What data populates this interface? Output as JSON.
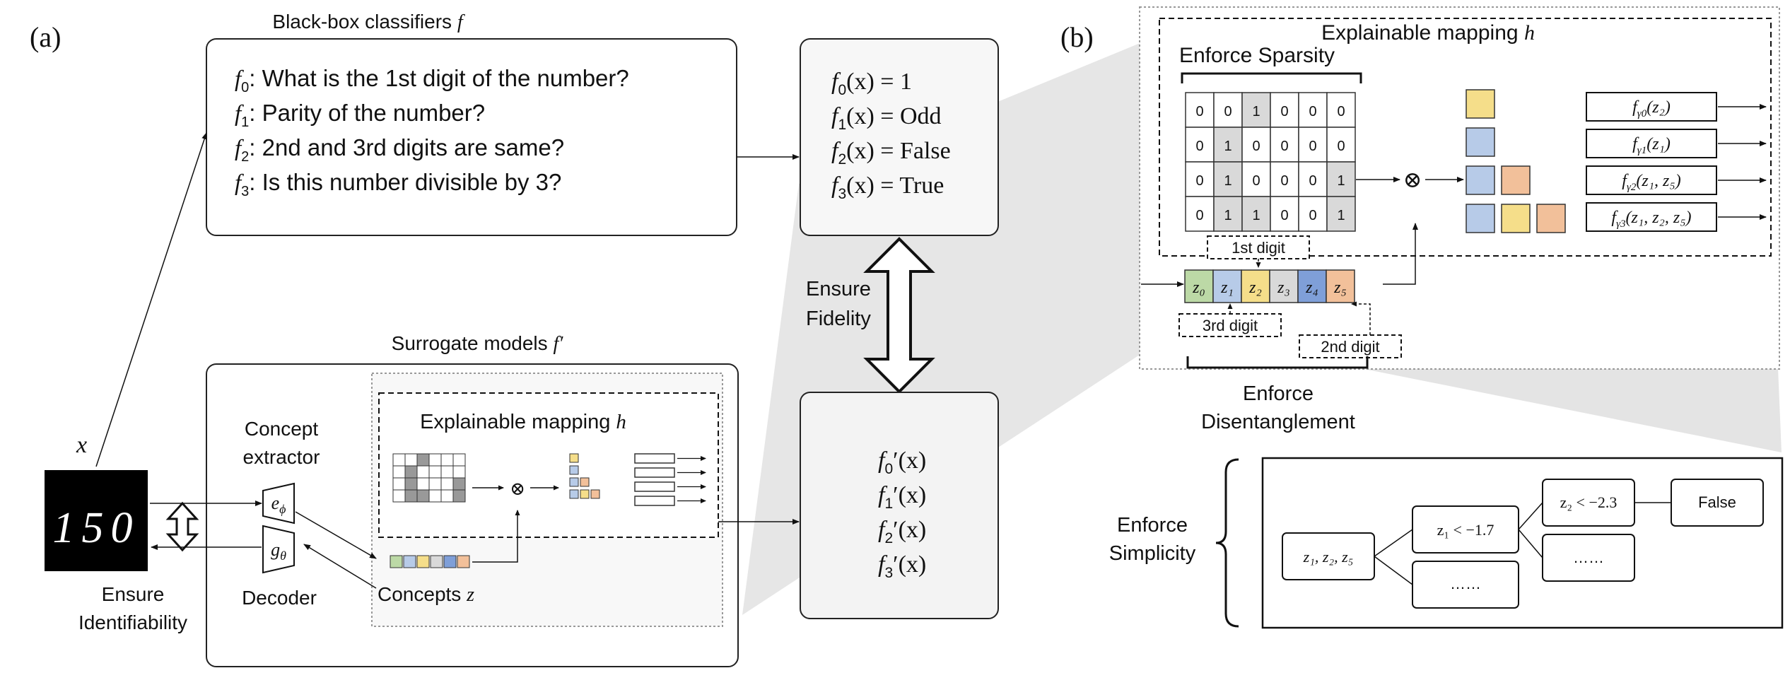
{
  "panel_labels": {
    "a": "(a)",
    "b": "(b)"
  },
  "left": {
    "x_label": "x",
    "blackbox_title": "Black-box classifiers",
    "blackbox_title_sym": "f",
    "questions": [
      {
        "sym": "f",
        "sub": "0",
        "text": ": What is the 1st digit of the number?"
      },
      {
        "sym": "f",
        "sub": "1",
        "text": ": Parity of the number?"
      },
      {
        "sym": "f",
        "sub": "2",
        "text": ": 2nd and 3rd digits are same?"
      },
      {
        "sym": "f",
        "sub": "3",
        "text": ": Is this number divisible by 3?"
      }
    ],
    "outputs": [
      {
        "sym": "f",
        "sub": "0",
        "rhs": "(x) = 1"
      },
      {
        "sym": "f",
        "sub": "1",
        "rhs": "(x) = Odd"
      },
      {
        "sym": "f",
        "sub": "2",
        "rhs": "(x) = False"
      },
      {
        "sym": "f",
        "sub": "3",
        "rhs": "(x) = True"
      }
    ],
    "fidelity": [
      "Ensure",
      "Fidelity"
    ],
    "surrogate_title": "Surrogate models",
    "surrogate_title_sym": "f′",
    "concept_extractor": [
      "Concept",
      "extractor"
    ],
    "encoder_sym": "e",
    "encoder_sub": "ϕ",
    "decoder_sym": "g",
    "decoder_sub": "θ",
    "decoder_label": "Decoder",
    "identifiability": [
      "Ensure",
      "Identifiability"
    ],
    "mapping_title": "Explainable mapping",
    "mapping_sym": "h",
    "concepts_label": "Concepts",
    "concepts_sym": "z",
    "surrogate_outputs": [
      {
        "sym": "f",
        "sub": "0",
        "rest": "′(x)"
      },
      {
        "sym": "f",
        "sub": "1",
        "rest": "′(x)"
      },
      {
        "sym": "f",
        "sub": "2",
        "rest": "′(x)"
      },
      {
        "sym": "f",
        "sub": "3",
        "rest": "′(x)"
      }
    ],
    "otimes": "⊗",
    "digits": "150"
  },
  "right": {
    "mapping_title": "Explainable mapping",
    "mapping_sym": "h",
    "sparsity": "Enforce Sparsity",
    "matrix": [
      [
        0,
        0,
        1,
        0,
        0,
        0
      ],
      [
        0,
        1,
        0,
        0,
        0,
        0
      ],
      [
        0,
        1,
        0,
        0,
        0,
        1
      ],
      [
        0,
        1,
        1,
        0,
        0,
        1
      ]
    ],
    "otimes": "⊗",
    "outputs": [
      {
        "sym": "f",
        "sub": "γ0",
        "args": "(z₂)"
      },
      {
        "sym": "f",
        "sub": "γ1",
        "args": "(z₁)"
      },
      {
        "sym": "f",
        "sub": "γ2",
        "args": "(z₁, z₅)"
      },
      {
        "sym": "f",
        "sub": "γ3",
        "args": "(z₁, z₂, z₅)"
      }
    ],
    "concepts": [
      "z₀",
      "z₁",
      "z₂",
      "z₃",
      "z₄",
      "z₅"
    ],
    "concept_colors": [
      "#bcd9a6",
      "#b7cbe8",
      "#f5de8a",
      "#d9d9d9",
      "#7f9fd8",
      "#f2c09a"
    ],
    "digit_labels": {
      "first": "1st digit",
      "third": "3rd digit",
      "second": "2nd digit"
    },
    "disentanglement": [
      "Enforce",
      "Disentanglement"
    ],
    "simplicity": [
      "Enforce",
      "Simplicity"
    ],
    "tree": {
      "root": "z₁, z₂, z₅",
      "node1": "z₁ < −1.7",
      "node2": "z₂ < −2.3",
      "leaf_false": "False",
      "leaf_a": "……",
      "leaf_b": "……"
    }
  }
}
